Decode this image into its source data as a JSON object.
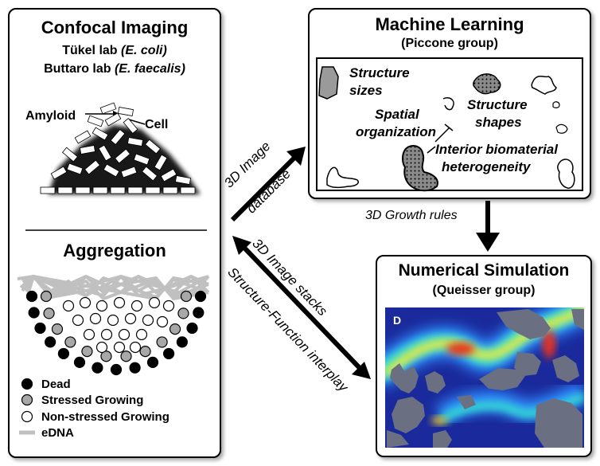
{
  "confocal": {
    "title": "Confocal Imaging",
    "lab1_name": "Tükel lab ",
    "lab1_species": "(E. coli)",
    "lab2_name": "Buttaro lab ",
    "lab2_species": "(E. faecalis)",
    "amyloid_label": "Amyloid",
    "cell_label": "Cell"
  },
  "aggregation": {
    "title": "Aggregation",
    "legend": [
      {
        "label": "Dead",
        "color": "#000000"
      },
      {
        "label": "Stressed Growing",
        "color": "#a8a8a8"
      },
      {
        "label": "Non-stressed Growing",
        "color": "#ffffff"
      },
      {
        "label": "eDNA",
        "color": "#c0c0c0"
      }
    ]
  },
  "ml": {
    "title": "Machine Learning",
    "subtitle": "(Piccone group)",
    "features": {
      "sizes": [
        "Structure",
        "sizes"
      ],
      "spatial": [
        "Spatial",
        "organization"
      ],
      "shapes": [
        "Structure",
        "shapes"
      ],
      "interior": [
        "Interior biomaterial",
        "heterogeneity"
      ]
    }
  },
  "sim": {
    "title": "Numerical Simulation",
    "subtitle": "(Queisser group)",
    "panel_letter": "D"
  },
  "arrows": {
    "image_db": [
      "3D Image",
      "database"
    ],
    "growth_rules": "3D Growth rules",
    "image_stacks": "3D Image stacks",
    "structure_function": "Structure-Function interplay"
  }
}
